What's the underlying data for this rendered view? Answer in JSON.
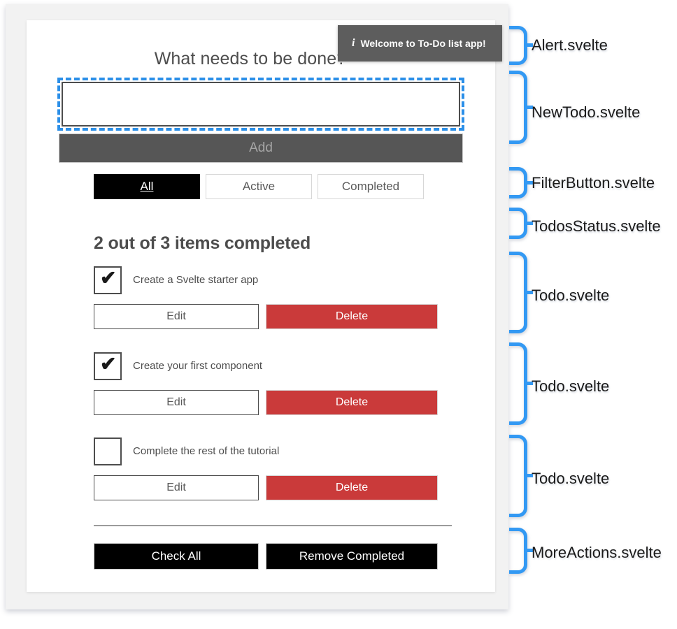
{
  "app": {
    "heading": "What needs to be done?"
  },
  "alert": {
    "icon": "info-icon",
    "icon_glyph": "i",
    "message": "Welcome to To-Do list app!"
  },
  "new_todo": {
    "value": "",
    "placeholder": "",
    "add_label": "Add",
    "add_disabled": true
  },
  "filters": {
    "items": [
      {
        "label": "All",
        "selected": true
      },
      {
        "label": "Active",
        "selected": false
      },
      {
        "label": "Completed",
        "selected": false
      }
    ]
  },
  "status": {
    "text": "2 out of 3 items completed",
    "completed": 2,
    "total": 3
  },
  "todos": {
    "edit_label": "Edit",
    "delete_label": "Delete",
    "check_glyph": "✔",
    "items": [
      {
        "label": "Create a Svelte starter app",
        "done": true
      },
      {
        "label": "Create your first component",
        "done": true
      },
      {
        "label": "Complete the rest of the tutorial",
        "done": false
      }
    ]
  },
  "more_actions": {
    "check_all_label": "Check All",
    "remove_completed_label": "Remove Completed"
  },
  "annotations": {
    "accent_color": "#3399f3",
    "items": [
      {
        "label": "Alert.svelte"
      },
      {
        "label": "NewTodo.svelte"
      },
      {
        "label": "FilterButton.svelte"
      },
      {
        "label": "TodosStatus.svelte"
      },
      {
        "label": "Todo.svelte"
      },
      {
        "label": "Todo.svelte"
      },
      {
        "label": "Todo.svelte"
      },
      {
        "label": "MoreActions.svelte"
      }
    ]
  },
  "colors": {
    "delete_red": "#ca3a3a",
    "selected_filter_bg": "#000000",
    "add_disabled_bg": "#565656",
    "alert_bg": "#5d5d5d",
    "text_grey": "#4d4d4d"
  }
}
